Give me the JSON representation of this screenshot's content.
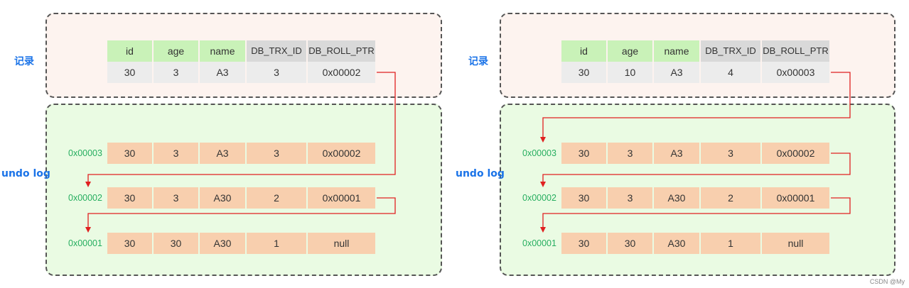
{
  "columns": [
    "id",
    "age",
    "name",
    "DB_TRX_ID",
    "DB_ROLL_PTR"
  ],
  "left": {
    "record_label": "记录",
    "undo_label": "undo log",
    "record": [
      "30",
      "3",
      "A3",
      "3",
      "0x00002"
    ],
    "undo": [
      {
        "addr": "0x00003",
        "cells": [
          "30",
          "3",
          "A3",
          "3",
          "0x00002"
        ]
      },
      {
        "addr": "0x00002",
        "cells": [
          "30",
          "3",
          "A30",
          "2",
          "0x00001"
        ]
      },
      {
        "addr": "0x00001",
        "cells": [
          "30",
          "30",
          "A30",
          "1",
          "null"
        ]
      }
    ]
  },
  "right": {
    "record_label": "记录",
    "undo_label": "undo log",
    "record": [
      "30",
      "10",
      "A3",
      "4",
      "0x00003"
    ],
    "undo": [
      {
        "addr": "0x00003",
        "cells": [
          "30",
          "3",
          "A3",
          "3",
          "0x00002"
        ]
      },
      {
        "addr": "0x00002",
        "cells": [
          "30",
          "3",
          "A30",
          "2",
          "0x00001"
        ]
      },
      {
        "addr": "0x00001",
        "cells": [
          "30",
          "30",
          "A30",
          "1",
          "null"
        ]
      }
    ]
  },
  "watermark": "CSDN @My",
  "colors": {
    "record_bg": "#fdf3ef",
    "undo_bg": "#eafbe3",
    "header_green": "#c9f2b8",
    "header_gray": "#d9d9d9",
    "row_gray": "#ececec",
    "row_orange": "#f8cfae",
    "arrow": "#e02020",
    "label": "#1a73e8",
    "address": "#27ae60"
  }
}
